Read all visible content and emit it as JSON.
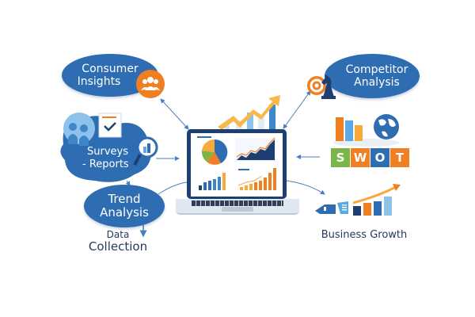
{
  "diagram": {
    "center": {
      "label": "Analytics Dashboard (laptop)"
    },
    "nodes": {
      "consumer_insights": {
        "line1": "Consumer",
        "line2": "Insights",
        "icon": "people-group-icon"
      },
      "competitor_analysis": {
        "line1": "Competitor",
        "line2": "Analysis",
        "icon": "target-chess-knight-icon"
      },
      "surveys_reports": {
        "line1": "Surveys",
        "line2": "- Reports",
        "icon": "magnifier-chart-icon"
      },
      "trend_analysis": {
        "line1": "Trend",
        "line2": "Analysis"
      },
      "data_collection": {
        "line1": "Data",
        "line2": "Collection"
      },
      "swot": {
        "letters": [
          "S",
          "W",
          "O",
          "T"
        ]
      },
      "business_growth": {
        "label": "Business Growth"
      }
    },
    "colors": {
      "bubble_blue": "#2f6db3",
      "orange": "#f07f22",
      "navy": "#1e3f73",
      "light_blue": "#5aa9e6",
      "green": "#7ab648",
      "arrow": "#4a7fbf"
    }
  }
}
